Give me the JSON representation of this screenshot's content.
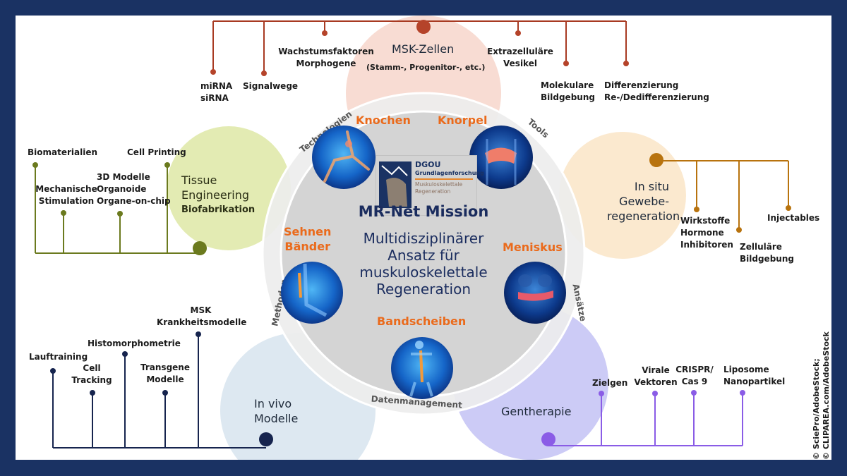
{
  "center": {
    "title": "MR-Net Mission",
    "subtitle_lines": [
      "Multidisziplinärer",
      "Ansatz für",
      "muskuloskelettale",
      "Regeneration"
    ],
    "logo": {
      "org": "DGOU",
      "dept": "Grundlagenforschung",
      "line1": "Muskuloskelettale",
      "line2": "Regeneration"
    },
    "tissues": {
      "knochen": "Knochen",
      "knorpel": "Knorpel",
      "sehnen": "Sehnen",
      "baender": "Bänder",
      "meniskus": "Meniskus",
      "bandscheiben": "Bandscheiben"
    }
  },
  "ring_labels": {
    "technologien": "Technologien",
    "tools": "Tools",
    "methoden": "Methoden",
    "ansaetze": "Ansätze",
    "datenmanagement": "Datenmanagement"
  },
  "petals": {
    "msk_zellen": {
      "title": "MSK-Zellen",
      "subtitle": "(Stamm-, Progenitor-, etc.)",
      "color": "#b5432a",
      "items": [
        {
          "lines": [
            "miRNA",
            "siRNA"
          ]
        },
        {
          "lines": [
            "Signalwege"
          ]
        },
        {
          "lines": [
            "Wachstumsfaktoren",
            "Morphogene"
          ]
        },
        {
          "lines": [
            "Extrazelluläre",
            "Vesikel"
          ]
        },
        {
          "lines": [
            "Molekulare",
            "Bildgebung"
          ]
        },
        {
          "lines": [
            "Differenzierung",
            "Re-/Dedifferenzierung"
          ]
        }
      ]
    },
    "tissue_engineering": {
      "title_lines": [
        "Tissue",
        "Engineering",
        "Biofabrikation"
      ],
      "color": "#6b7a1e",
      "items": [
        {
          "lines": [
            "Biomaterialien"
          ]
        },
        {
          "lines": [
            "Mechanische",
            "Stimulation"
          ]
        },
        {
          "lines": [
            "3D Modelle",
            "Organoide",
            "Organe-on-chip"
          ]
        },
        {
          "lines": [
            "Cell Printing"
          ]
        }
      ]
    },
    "in_situ": {
      "title_lines": [
        "In situ",
        "Gewebe-",
        "regeneration"
      ],
      "color": "#b8730e",
      "items": [
        {
          "lines": [
            "Wirkstoffe",
            "Hormone",
            "Inhibitoren"
          ]
        },
        {
          "lines": [
            "Zelluläre",
            "Bildgebung"
          ]
        },
        {
          "lines": [
            "Injectables"
          ]
        }
      ]
    },
    "in_vivo": {
      "title_lines": [
        "In vivo",
        "Modelle"
      ],
      "color": "#16244e",
      "items": [
        {
          "lines": [
            "Lauftraining"
          ]
        },
        {
          "lines": [
            "Cell",
            "Tracking"
          ]
        },
        {
          "lines": [
            "Histomorphometrie"
          ]
        },
        {
          "lines": [
            "Transgene",
            "Modelle"
          ]
        },
        {
          "lines": [
            "MSK",
            "Krankheitsmodelle"
          ]
        }
      ]
    },
    "gentherapie": {
      "title": "Gentherapie",
      "color": "#8a5ce6",
      "items": [
        {
          "lines": [
            "Zielgen"
          ]
        },
        {
          "lines": [
            "Virale",
            "Vektoren"
          ]
        },
        {
          "lines": [
            "CRISPR/",
            "Cas 9"
          ]
        },
        {
          "lines": [
            "Liposome",
            "Nanopartikel"
          ]
        }
      ]
    }
  },
  "credits": [
    "© SciePro/AdobeStock;",
    "© CLIPAREA.com/AdobeStock"
  ]
}
